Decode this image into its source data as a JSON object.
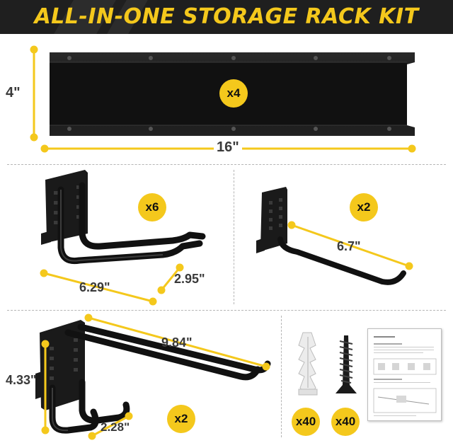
{
  "header": {
    "title": "ALL-IN-ONE STORAGE RACK KIT"
  },
  "rail": {
    "height_label": "4\"",
    "length_label": "16\"",
    "qty": "x4"
  },
  "hook_u": {
    "qty": "x6",
    "width_label": "6.29\"",
    "depth_label": "2.95\""
  },
  "hook_j": {
    "qty": "x2",
    "length_label": "6.7\""
  },
  "hook_double": {
    "qty": "x2",
    "length_label": "9.84\"",
    "height_label": "4.33\"",
    "width_label": "2.28\""
  },
  "anchors": {
    "qty": "x40"
  },
  "screws": {
    "qty": "x40"
  },
  "colors": {
    "accent": "#f4c81c",
    "header_bg": "#1f1f1f",
    "hardware": "#1a1a1a",
    "dim_text": "#3a3a3a"
  }
}
